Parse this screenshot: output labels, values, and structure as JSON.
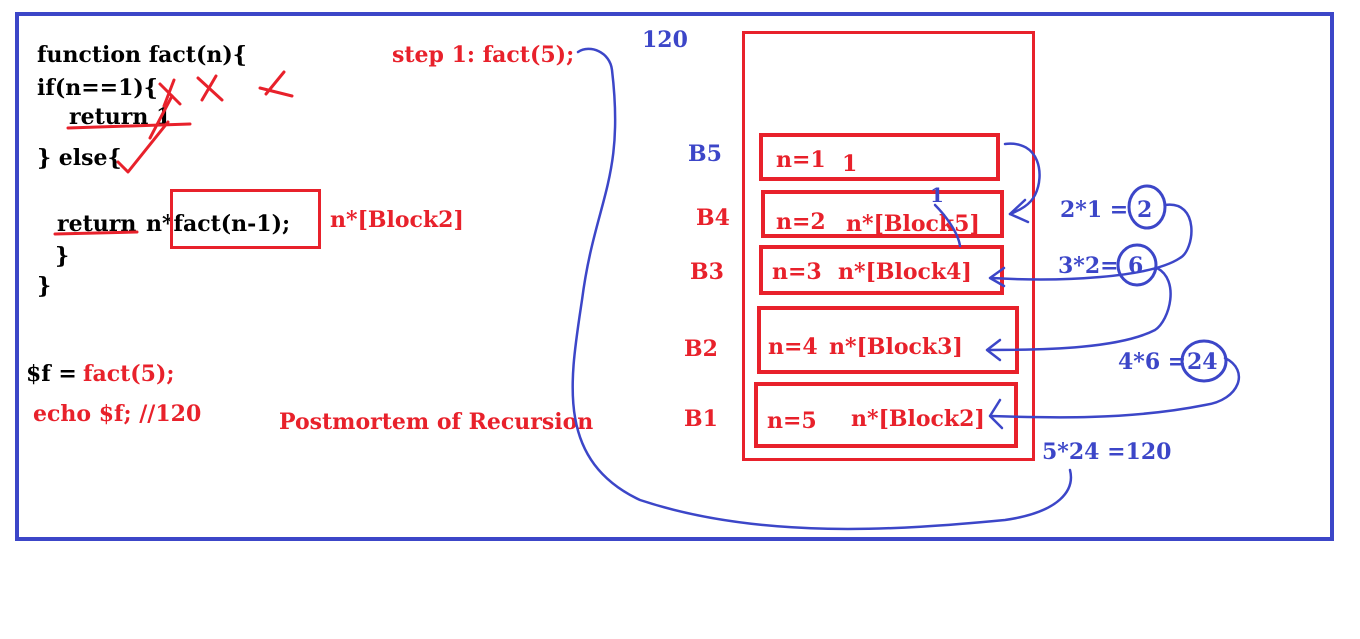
{
  "colors": {
    "red": "#e8212b",
    "blue": "#3c46c8",
    "black": "#000000",
    "frame": "#3c46c8"
  },
  "code": {
    "line1": "function fact(n){",
    "line2": "if(n==1){",
    "line3": "return 1",
    "line4": "} else{",
    "line5_keyword": "return",
    "line5_expr": "n*fact(n-1);",
    "line6": "}",
    "line7": "}",
    "annotation": "n*[Block2]",
    "assign_var": "$f = ",
    "assign_call": "fact(5);",
    "echo": "echo $f; //120"
  },
  "step_label": "step 1: fact(5);",
  "result_top": "120",
  "title": "Postmortem of Recursion",
  "stack": {
    "blocks": [
      {
        "label": "B5",
        "n": "n=1",
        "value": "1"
      },
      {
        "label": "B4",
        "n": "n=2",
        "value": "n*[Block5]"
      },
      {
        "label": "B3",
        "n": "n=3",
        "value": "n*[Block4]"
      },
      {
        "label": "B2",
        "n": "n=4",
        "value": "n*[Block3]"
      },
      {
        "label": "B1",
        "n": "n=5",
        "value": "n*[Block2]"
      }
    ]
  },
  "calculations": {
    "c1_expr": "2*1 =",
    "c1_result": "2",
    "c2_expr": "3*2=",
    "c2_result": "6",
    "c3_expr": "4*6 =",
    "c3_result": "24",
    "c4": "5*24 =120"
  },
  "annotations": {
    "b4_return_mark": "1"
  }
}
